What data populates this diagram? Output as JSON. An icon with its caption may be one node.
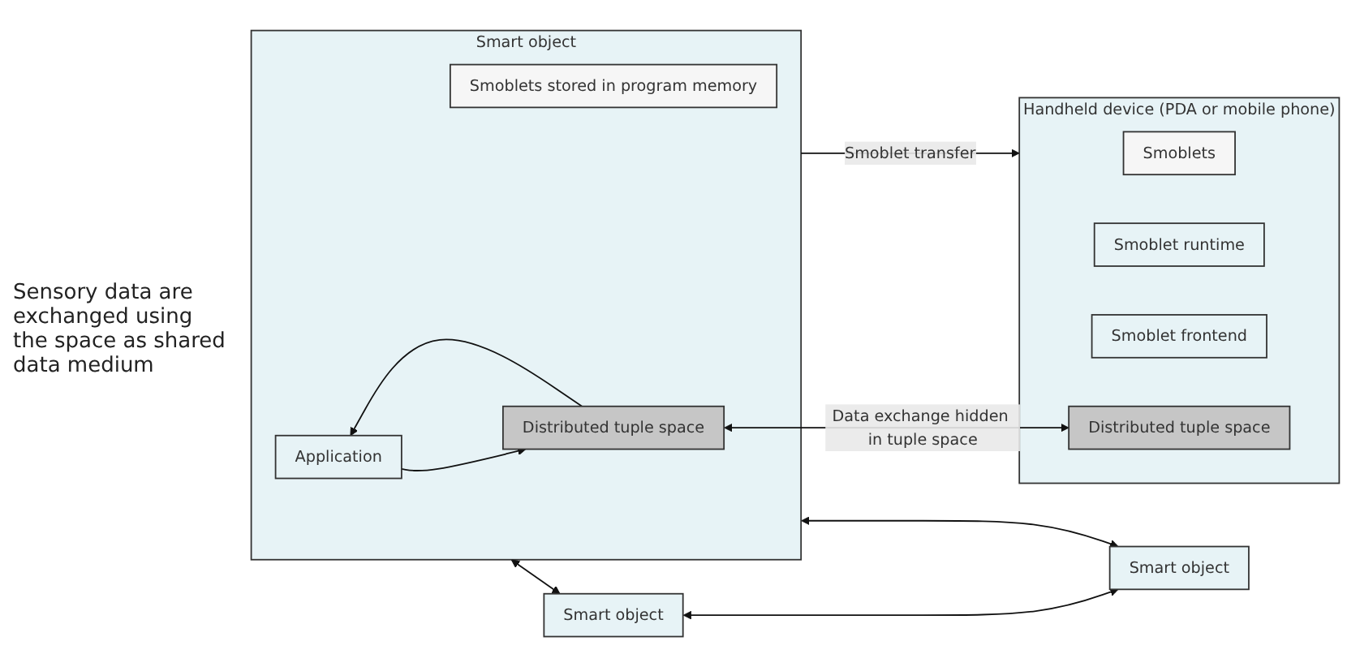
{
  "diagram": {
    "nodes": [
      {
        "text": [
          "Smart object"
        ]
      },
      {
        "text": [
          "Application"
        ],
        "in": 0
      },
      {
        "text": [
          "Smoblets stored in program memory"
        ],
        "in": 0
      },
      {
        "text": [
          "Distributed tuple space"
        ],
        "in": 0
      },
      {
        "text": [
          "Handheld device (PDA or mobile phone)"
        ]
      },
      {
        "text": [
          "Smoblets"
        ],
        "in": 4
      },
      {
        "text": [
          "Smoblet runtime"
        ],
        "in": 4
      },
      {
        "text": [
          "Smoblet frontend"
        ],
        "in": 4
      },
      {
        "text": [
          "Distributed tuple space"
        ],
        "in": 4
      },
      {
        "text": [
          "Smart object"
        ]
      },
      {
        "text": [
          "Smart object"
        ]
      }
    ],
    "edges": [
      {
        "from": 1,
        "to": 3,
        "arrow": "to"
      },
      {
        "from": 3,
        "to": 1,
        "arrow": "to"
      },
      {
        "from": 0,
        "to": 4,
        "label": "Smoblet transfer",
        "arrow": "to"
      },
      {
        "from": 3,
        "to": 8,
        "label": "Data exchange hidden in tuple space",
        "arrow": "both"
      },
      {
        "from": 0,
        "to": 9,
        "arrow": "both"
      },
      {
        "from": 0,
        "to": 10,
        "arrow": "both"
      },
      {
        "from": 9,
        "to": 10,
        "arrow": "both"
      }
    ],
    "labels": [
      "Sensory data are exchanged using the space as shared data medium"
    ]
  }
}
